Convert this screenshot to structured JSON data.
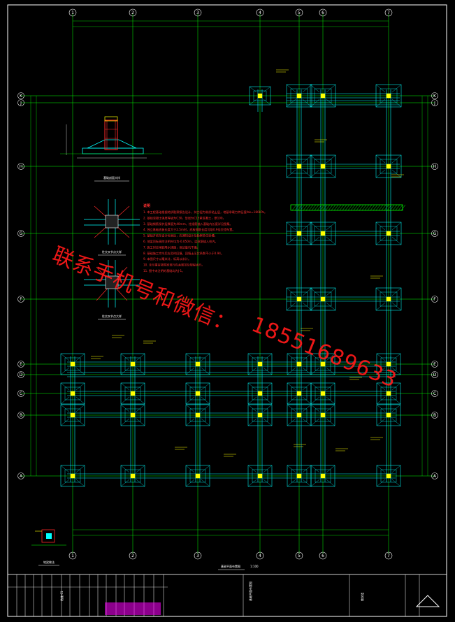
{
  "drawing": {
    "colors": {
      "background": "#000000",
      "axis_line": "#00ff00",
      "beam": "#00ffff",
      "text_notes": "#ff3030",
      "labels": "#ffff00",
      "watermark": "#ff1a1a",
      "border": "#ffffff"
    },
    "top_axes": [
      "1",
      "2",
      "3",
      "4",
      "5",
      "6",
      "7"
    ],
    "side_axes": [
      "K",
      "J",
      "H",
      "G",
      "F",
      "E",
      "D",
      "C",
      "B",
      "A"
    ],
    "notes_title": "说明",
    "notes": [
      "1. 本工程基础根据地质勘察报告设计，持力层为粉质粘土层，地基承载力特征值fak=180kPa。",
      "2. 基础混凝土强度等级为C30，垫层为C15素混凝土，厚100。",
      "3. 基础钢筋保护层厚度为40mm，柱插筋锚入基础内长度详见图集。",
      "4. 独立基础底板长度大于2.5m时，底板钢筋长度可取0.9倍交错布置。",
      "5. 基础开挖至设计标高后，应通知设计及勘察单位验槽。",
      "6. 地梁顶标高除注明外均为-0.050m，梁纵筋锚入柱内。",
      "7. 施工时应采取降水措施，保证基坑干燥。",
      "8. 基础施工完毕后应及时回填，回填土压实系数不小于0.94。",
      "9. 本图尺寸以毫米计，标高以米计。",
      "10. 未尽事宜按国家现行有关规范及规程执行。",
      "11. 图中未注明的基础均为J-1。"
    ],
    "detail_labels": {
      "section": "基础剖面大样",
      "column_a": "柱交叉节点大样",
      "column_b": "柱交叉节点大样",
      "legend": "地梁做法"
    },
    "plan_title": "基础平面布置图",
    "plan_scale": "1:100",
    "watermark_line1": "联系手机号和微信：",
    "watermark_line2": "18551689633",
    "title_block": {
      "drawing_no": "结施-01",
      "project": "教学楼",
      "sheet_title": "基础平面布置图"
    }
  }
}
